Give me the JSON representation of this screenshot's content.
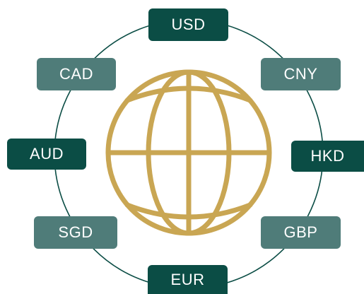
{
  "colors": {
    "ring": "#0b4d45",
    "globe": "#c9a653",
    "chip_dark": "#0b4d45",
    "chip_muted": "#4f7c79",
    "chip_text": "#ffffff",
    "background": "#ffffff"
  },
  "icon": "globe-icon",
  "currencies": {
    "usd": "USD",
    "cad": "CAD",
    "cny": "CNY",
    "aud": "AUD",
    "hkd": "HKD",
    "sgd": "SGD",
    "gbp": "GBP",
    "eur": "EUR"
  }
}
